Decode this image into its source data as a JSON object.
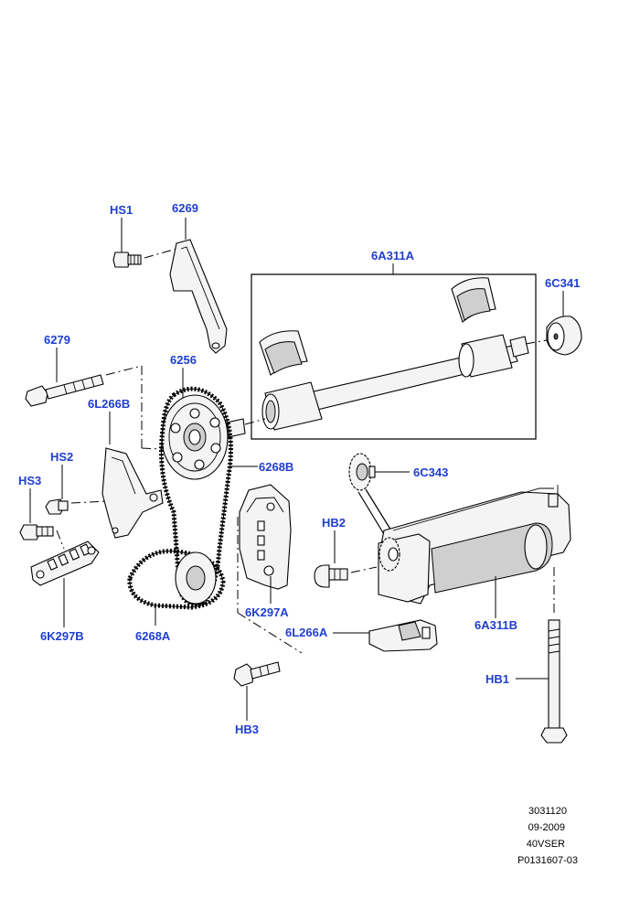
{
  "diagram": {
    "labels": {
      "hs1": "HS1",
      "p6269": "6269",
      "p6a311a": "6A311A",
      "p6c341": "6C341",
      "p6279": "6279",
      "p6256": "6256",
      "p6l266b": "6L266B",
      "hs2": "HS2",
      "hs3": "HS3",
      "p6268b": "6268B",
      "p6c343": "6C343",
      "hb2": "HB2",
      "p6k297a": "6K297A",
      "p6l266a": "6L266A",
      "p6a311b": "6A311B",
      "p6k297b": "6K297B",
      "p6268a": "6268A",
      "hb1": "HB1",
      "hb3": "HB3"
    },
    "meta": {
      "ref": "3031120",
      "date": "09-2009",
      "model": "40VSER",
      "code": "P0131607-03"
    },
    "colors": {
      "label": "#1f3fcf",
      "line": "#000000"
    }
  }
}
